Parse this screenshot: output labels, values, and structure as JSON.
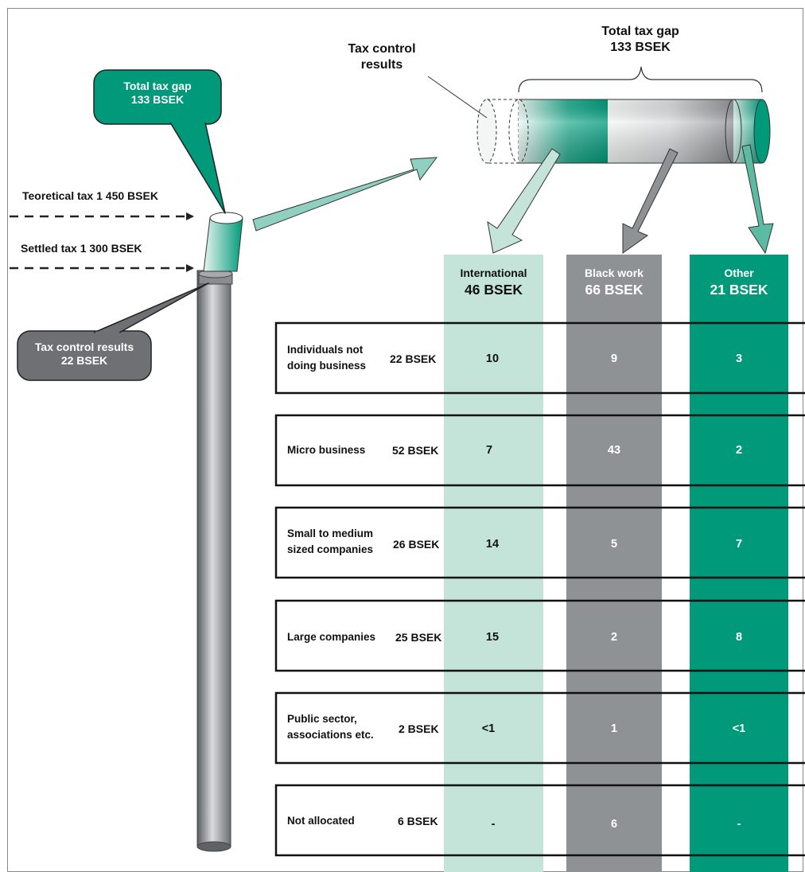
{
  "callouts": {
    "total_gap": [
      "Total tax gap",
      "133 BSEK"
    ],
    "control_results": [
      "Tax control results",
      "22 BSEK"
    ]
  },
  "levels": {
    "theoretical": "Teoretical tax  1 450 BSEK",
    "settled": "Settled tax  1 300 BSEK"
  },
  "right_header": {
    "total_gap": [
      "Total tax gap",
      "133 BSEK"
    ],
    "control": [
      "Tax control",
      "results"
    ]
  },
  "columns": [
    {
      "name": "International",
      "total": "46 BSEK",
      "color": "#c4e4d9"
    },
    {
      "name": "Black work",
      "total": "66 BSEK",
      "color": "#8f9295"
    },
    {
      "name": "Other",
      "total": "21 BSEK",
      "color": "#00997a"
    }
  ],
  "rows": [
    {
      "label": [
        "Individuals not",
        "doing business"
      ],
      "amount": "22  BSEK",
      "values": [
        "10",
        "9",
        "3"
      ]
    },
    {
      "label": [
        "Micro business"
      ],
      "amount": "52 BSEK",
      "values": [
        "7",
        "43",
        "2"
      ]
    },
    {
      "label": [
        "Small to medium",
        "sized companies"
      ],
      "amount": "26  BSEK",
      "values": [
        "14",
        "5",
        "7"
      ]
    },
    {
      "label": [
        "Large companies"
      ],
      "amount": "25 BSEK",
      "values": [
        "15",
        "2",
        "8"
      ]
    },
    {
      "label": [
        "Public sector,",
        "associations etc."
      ],
      "amount": "2  BSEK",
      "values": [
        "<1",
        "1",
        "<1"
      ]
    },
    {
      "label": [
        "Not allocated"
      ],
      "amount": "6  BSEK",
      "values": [
        "-",
        "6",
        "-"
      ]
    }
  ],
  "colors": {
    "teal": "#00997a",
    "light_teal": "#c4e4d9",
    "gray": "#8f9295",
    "dark_gray": "#6e7073"
  }
}
